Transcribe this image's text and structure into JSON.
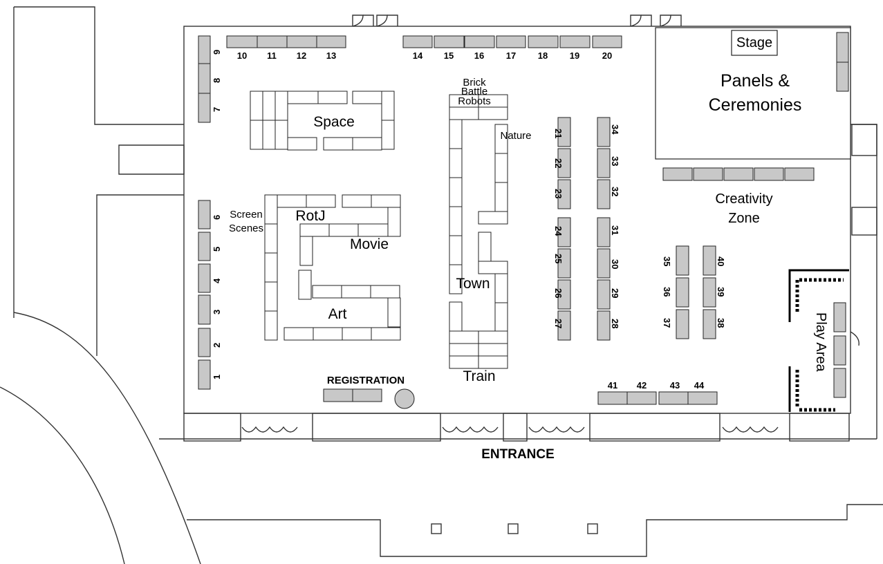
{
  "areas": {
    "stage": "Stage",
    "panels_line1": "Panels &",
    "panels_line2": "Ceremonies",
    "space": "Space",
    "brick_line1": "Brick",
    "brick_line2": "Battle",
    "brick_line3": "Robots",
    "nature": "Nature",
    "screen_line1": "Screen",
    "screen_line2": "Scenes",
    "rotj": "RotJ",
    "movie": "Movie",
    "art": "Art",
    "town": "Town",
    "train": "Train",
    "creativity_line1": "Creativity",
    "creativity_line2": "Zone",
    "play_area": "Play Area",
    "registration": "REGISTRATION",
    "entrance": "ENTRANCE"
  },
  "booths": {
    "left_column": [
      "9",
      "8",
      "7",
      "6",
      "5",
      "4",
      "3",
      "2",
      "1"
    ],
    "top_left_row": [
      "10",
      "11",
      "12",
      "13"
    ],
    "top_right_row": [
      "14",
      "15",
      "16",
      "17",
      "18",
      "19",
      "20"
    ],
    "center_left_column": [
      "21",
      "22",
      "23",
      "24",
      "25",
      "26",
      "27"
    ],
    "center_right_column": [
      "34",
      "33",
      "32",
      "31",
      "30",
      "29",
      "28"
    ],
    "creativity_left_column": [
      "35",
      "36",
      "37"
    ],
    "creativity_right_column": [
      "40",
      "39",
      "38"
    ],
    "bottom_row": [
      "41",
      "42",
      "43",
      "44"
    ]
  },
  "colors": {
    "booth_fill": "#c8c8c8",
    "display_fill": "#ffffff",
    "wall": "#333333"
  }
}
